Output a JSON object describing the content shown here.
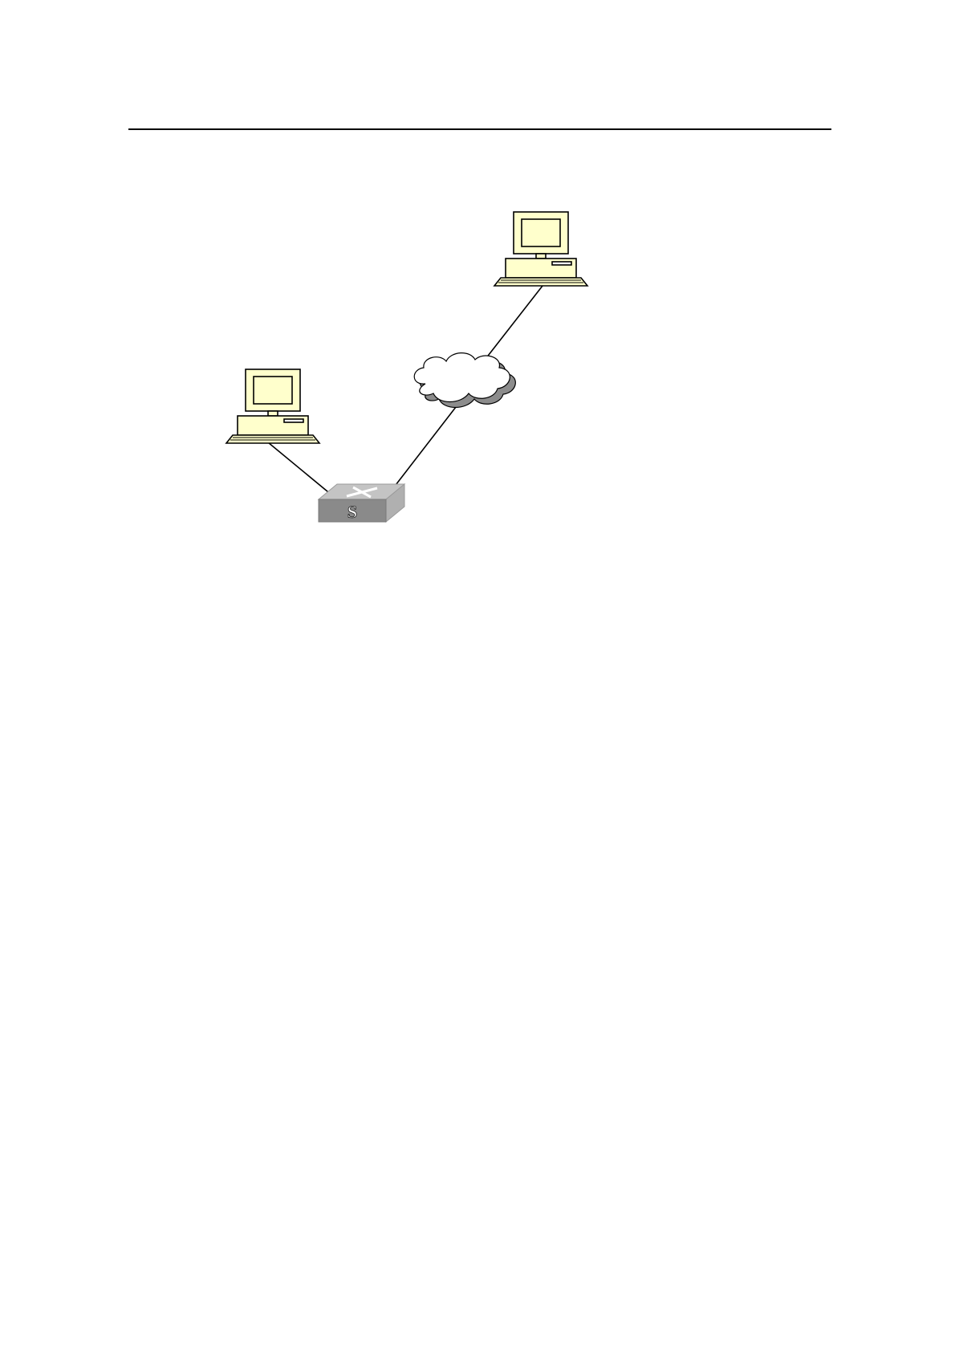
{
  "diagram": {
    "nodes": [
      {
        "id": "pc-left",
        "kind": "computer",
        "icon": "desktop-computer-icon"
      },
      {
        "id": "pc-right",
        "kind": "computer",
        "icon": "desktop-computer-icon"
      },
      {
        "id": "switch",
        "kind": "switch",
        "icon": "switch-icon",
        "label": "S"
      },
      {
        "id": "network",
        "kind": "cloud",
        "icon": "cloud-icon"
      }
    ],
    "links": [
      {
        "from": "pc-left",
        "to": "switch"
      },
      {
        "from": "switch",
        "to": "network"
      },
      {
        "from": "network",
        "to": "pc-right"
      }
    ],
    "colors": {
      "computer_body": "#ffffcc",
      "computer_outline": "#000000",
      "switch_top": "#c4c4c4",
      "switch_front": "#8a8a8a",
      "switch_side": "#b0b0b0",
      "cloud_fill": "#ffffff",
      "cloud_shadow": "#8c8c8c",
      "link": "#000000"
    }
  }
}
